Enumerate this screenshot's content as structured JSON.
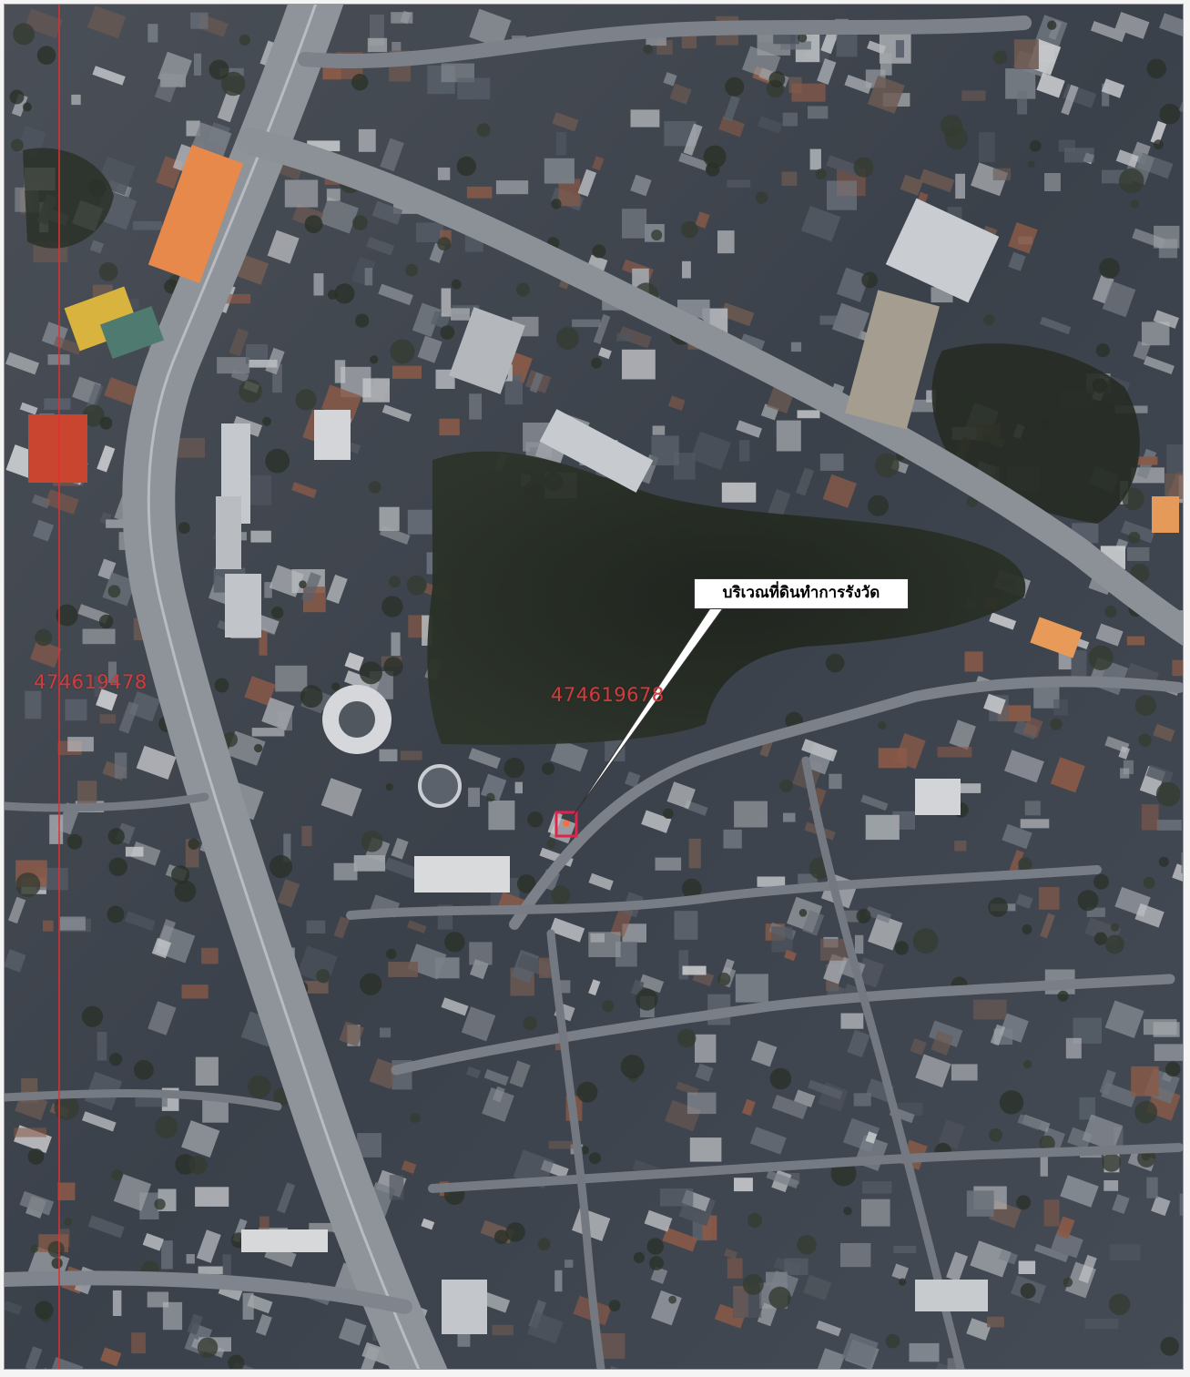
{
  "map": {
    "background_color": "#3d4552",
    "road_color": "#9ea3ab",
    "vegetation_color": "#23291f",
    "grid_line_color": "#e03030",
    "marker_color": "#e0244a"
  },
  "grid_labels": {
    "left": "474619478",
    "center": "474619678"
  },
  "callout": {
    "text": "บริเวณที่ดินทำการรังวัด",
    "icon": "pointer-arrow"
  },
  "marker": {
    "icon": "parcel-square-marker"
  }
}
